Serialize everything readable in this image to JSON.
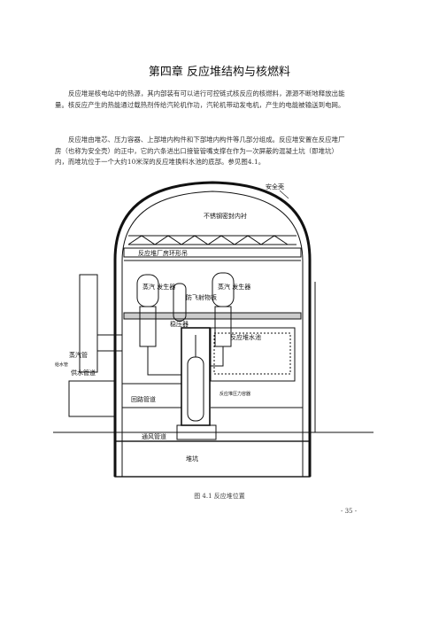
{
  "chapter_title": "第四章  反应堆结构与核燃料",
  "paragraphs": [
    "反应堆是核电站中的热源，其内部装有可以进行可控链式核反应的核燃料，源源不断地释放出能量。核反应产生的热能通过载热剂传给汽轮机作功，汽轮机带动发电机，产生的电能被输送到电网。",
    "反应堆由堆芯、压力容器、上部堆内构件和下部堆内构件等几部分组成。反应堆安置在反应堆厂房（也称为安全壳）的正中，它的六条进出口接管管嘴支撑在作为一次屏蔽的混凝土坑（即堆坑）内，而堆坑位于一个大约10米深的反应堆换料水池的底部。参见图4.1。"
  ],
  "figure": {
    "labels": {
      "containment": "安全壳",
      "steel_liner": "不锈钢密封内衬",
      "polar_crane": "反应堆厂房环形吊",
      "sg_left": "蒸汽\n发生器",
      "sg_right": "蒸汽\n发生器",
      "pressurizer": "稳压器",
      "missile_shield": "防飞射物板",
      "refuel_pool": "反应堆水池",
      "steam_pipe": "蒸汽管",
      "feedwater_pipe": "给水管",
      "main_feedwater": "供水管道",
      "loop_pipe": "回路管道",
      "vessel": "反应堆压力容器",
      "vent_duct": "通风管道",
      "cavity": "堆坑"
    }
  },
  "caption": "图 4.1  反应堆位置",
  "page_number": "- 35 -"
}
